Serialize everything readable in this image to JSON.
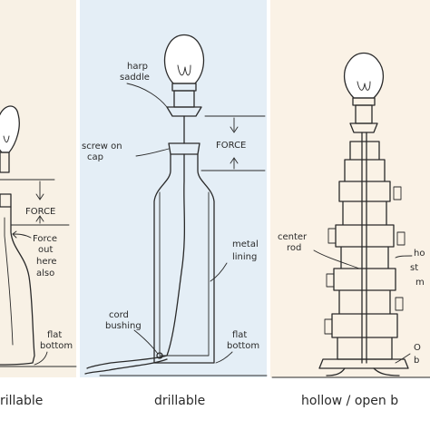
{
  "panels": [
    {
      "id": "left",
      "caption": "rillable",
      "labels": {
        "force": "FORCE",
        "force_out": [
          "Force",
          "out",
          "here",
          "also"
        ],
        "flat_bottom": [
          "flat",
          "bottom"
        ]
      }
    },
    {
      "id": "middle",
      "caption": "drillable",
      "labels": {
        "harp_saddle": [
          "harp",
          "saddle"
        ],
        "screw_on_cap": [
          "screw on",
          "cap"
        ],
        "force": "FORCE",
        "metal_lining": [
          "metal",
          "lining"
        ],
        "cord_bushing": [
          "cord",
          "bushing"
        ],
        "flat_bottom": [
          "flat",
          "bottom"
        ]
      }
    },
    {
      "id": "right",
      "caption": "hollow / open b",
      "labels": {
        "center_rod": [
          "center",
          "rod"
        ],
        "side_fragment": [
          "ho",
          "st",
          "m"
        ],
        "bottom_fragment": [
          "O",
          "b"
        ]
      }
    }
  ],
  "colors": {
    "panel_left": "#f8f1e5",
    "panel_middle": "#e4eef6",
    "panel_right": "#faf2e6",
    "ink": "#2a2a2a"
  }
}
